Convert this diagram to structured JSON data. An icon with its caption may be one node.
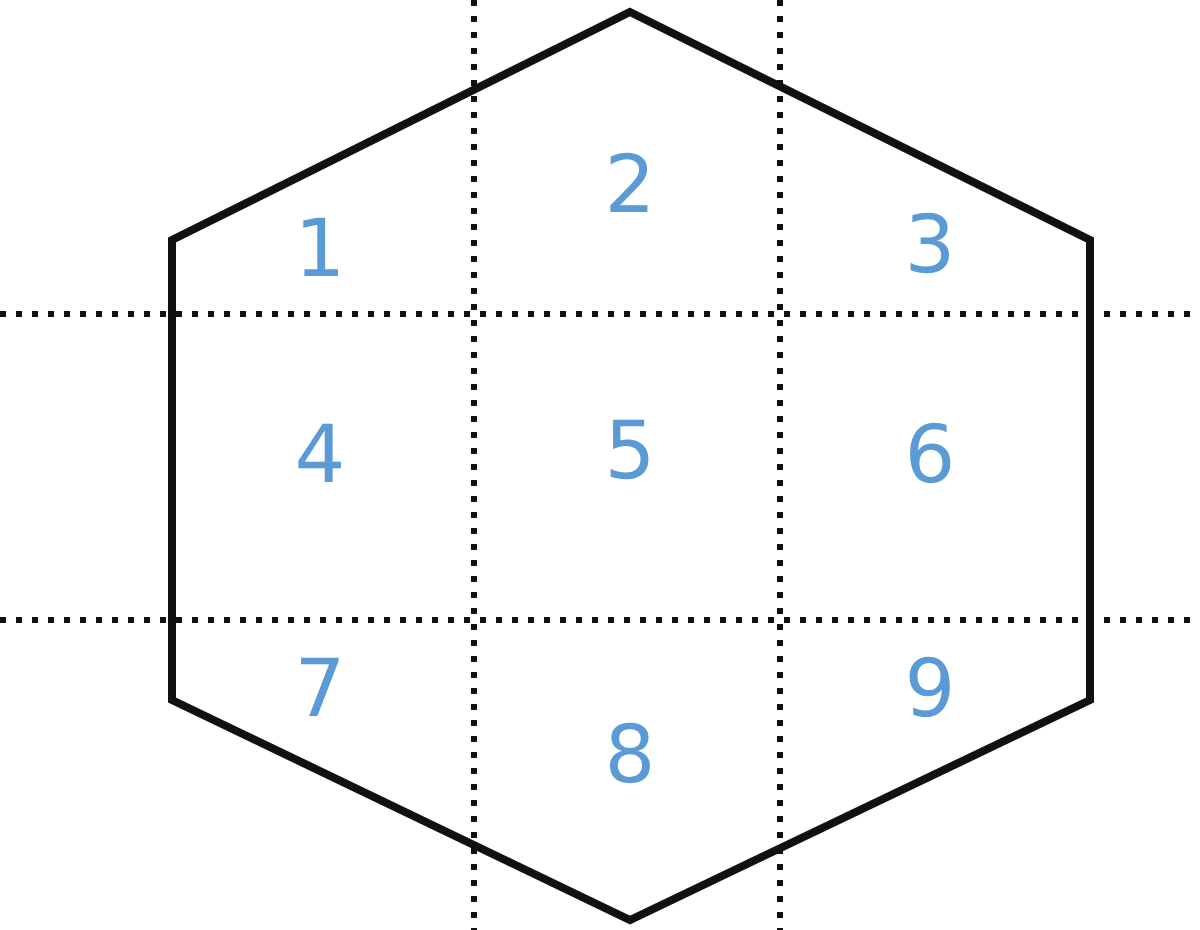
{
  "diagram": {
    "labels": [
      "1",
      "2",
      "3",
      "4",
      "5",
      "6",
      "7",
      "8",
      "9"
    ]
  }
}
